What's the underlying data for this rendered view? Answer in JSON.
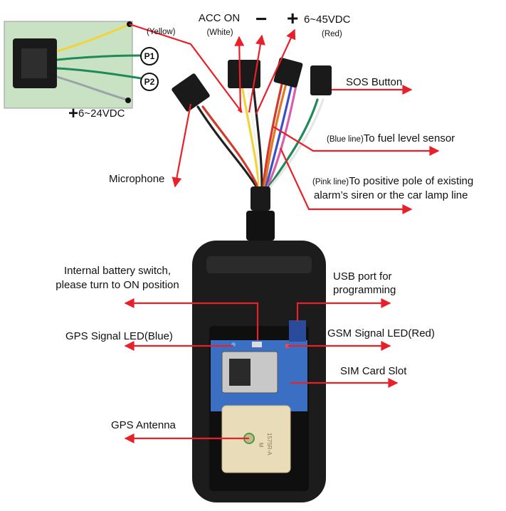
{
  "labels": {
    "yellow": "(Yellow)",
    "p1": "P1",
    "p2": "P2",
    "v6_24": "6~24VDC",
    "acc_on": "ACC ON",
    "white": "(White)",
    "minus": "−",
    "plus": "+",
    "v6_45": "6~45VDC",
    "red": "(Red)",
    "sos": "SOS Button",
    "blue_line": "(Blue line)",
    "fuel": "To fuel level sensor",
    "pink_line": "(Pink line)",
    "siren_1": "To positive pole of existing",
    "siren_2": "alarm’s siren or the car lamp line",
    "microphone": "Microphone",
    "battery_1": "Internal battery switch,",
    "battery_2": "please turn to ON position",
    "usb_1": "USB port for",
    "usb_2": "programming",
    "gps_led": "GPS Signal LED(Blue)",
    "gsm_led": "GSM Signal LED(Red)",
    "sim": "SIM Card Slot",
    "gps_antenna": "GPS Antenna",
    "ant_code": "1575R-A",
    "ant_m": "M"
  },
  "colors": {
    "arrow": "#e8202a",
    "case": "#1c1c1c",
    "pcb": "#3a6fc4",
    "antenna": "#e9dcb8",
    "inset_bg": "#c9e2c3",
    "wire_yellow": "#f2d43a",
    "wire_green": "#1f8a58",
    "wire_gray": "#9aa3a8",
    "wire_red": "#d23a2a",
    "wire_blue": "#3a4fc8",
    "wire_pink": "#d85fa8",
    "wire_orange": "#e07a2a",
    "wire_white": "#f4f4f4"
  }
}
